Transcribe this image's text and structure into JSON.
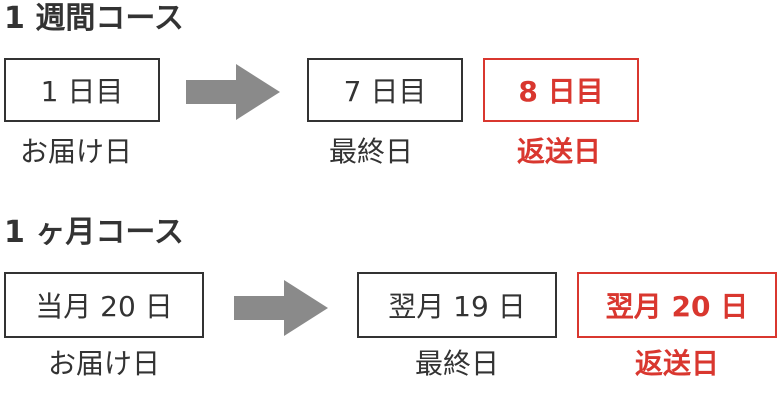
{
  "colors": {
    "text": "#333333",
    "accent": "#d9372f",
    "arrow": "#8a8a8a"
  },
  "week_course": {
    "title": "1 週間コース",
    "start_box": "1 日目",
    "start_caption": "お届け日",
    "last_box": "7 日目",
    "last_caption": "最終日",
    "return_box": "8 日目",
    "return_caption": "返送日"
  },
  "month_course": {
    "title": "1 ヶ月コース",
    "start_box": "当月 20 日",
    "start_caption": "お届け日",
    "last_box": "翌月 19 日",
    "last_caption": "最終日",
    "return_box": "翌月 20 日",
    "return_caption": "返送日"
  }
}
